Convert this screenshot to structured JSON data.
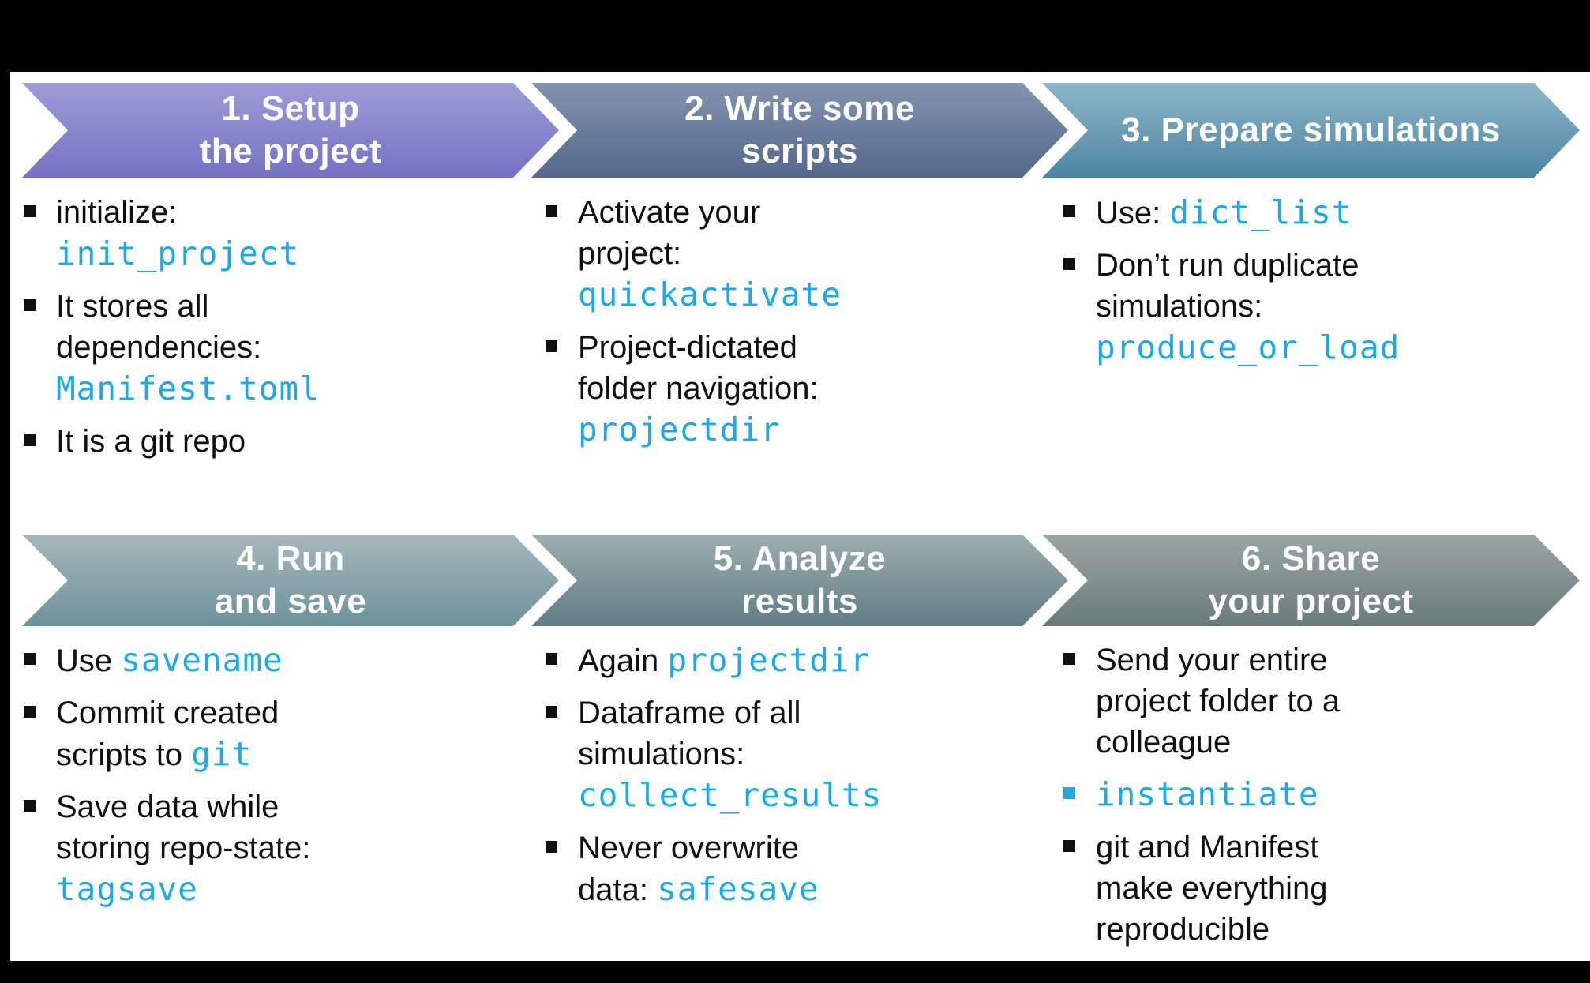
{
  "slide": {
    "background": "#000000",
    "surface_color": "#ffffff",
    "text_color": "#101010",
    "code_color": "#1caae6",
    "steps": [
      {
        "title_text": "1. Setup\nthe project",
        "gradient": [
          "#9d9cd6",
          "#7472c2"
        ],
        "bullets": [
          {
            "segments": [
              {
                "text": "initialize:"
              },
              {
                "br": true
              },
              {
                "text": "init_project",
                "code": true
              }
            ]
          },
          {
            "segments": [
              {
                "text": "It stores all"
              },
              {
                "br": true
              },
              {
                "text": "dependencies:"
              },
              {
                "br": true
              },
              {
                "text": "Manifest.toml",
                "code": true
              }
            ]
          },
          {
            "segments": [
              {
                "text": "It is a git repo"
              }
            ]
          }
        ]
      },
      {
        "title_text": "2. Write some\nscripts",
        "gradient": [
          "#8394ad",
          "#54678b"
        ],
        "bullets": [
          {
            "segments": [
              {
                "text": "Activate your"
              },
              {
                "br": true
              },
              {
                "text": "project:"
              },
              {
                "br": true
              },
              {
                "text": "quickactivate",
                "code": true
              }
            ]
          },
          {
            "segments": [
              {
                "text": "Project-dictated"
              },
              {
                "br": true
              },
              {
                "text": "folder navigation:"
              },
              {
                "br": true
              },
              {
                "text": "projectdir",
                "code": true
              }
            ]
          }
        ]
      },
      {
        "title_text": "3. Prepare simulations",
        "gradient": [
          "#8db6c7",
          "#4e85a3"
        ],
        "bullets": [
          {
            "segments": [
              {
                "text": "Use: "
              },
              {
                "text": "dict_list",
                "code": true
              }
            ]
          },
          {
            "segments": [
              {
                "text": "Don’t run duplicate"
              },
              {
                "br": true
              },
              {
                "text": "simulations:"
              },
              {
                "br": true
              },
              {
                "text": "produce_or_load",
                "code": true
              }
            ]
          }
        ]
      },
      {
        "title_text": "4. Run\nand save",
        "gradient": [
          "#a6b7bb",
          "#6e929b"
        ],
        "bullets": [
          {
            "segments": [
              {
                "text": "Use "
              },
              {
                "text": "savename",
                "code": true
              }
            ]
          },
          {
            "segments": [
              {
                "text": "Commit created"
              },
              {
                "br": true
              },
              {
                "text": "scripts to "
              },
              {
                "text": "git",
                "code": true
              }
            ]
          },
          {
            "segments": [
              {
                "text": "Save data while"
              },
              {
                "br": true
              },
              {
                "text": "storing repo-state:"
              },
              {
                "br": true
              },
              {
                "text": "tagsave",
                "code": true
              }
            ]
          }
        ]
      },
      {
        "title_text": "5. Analyze\nresults",
        "gradient": [
          "#9dadaf",
          "#617d85"
        ],
        "bullets": [
          {
            "segments": [
              {
                "text": "Again "
              },
              {
                "text": "projectdir",
                "code": true
              }
            ]
          },
          {
            "segments": [
              {
                "text": "Dataframe of all"
              },
              {
                "br": true
              },
              {
                "text": "simulations:"
              },
              {
                "br": true
              },
              {
                "text": "collect_results",
                "code": true
              }
            ]
          },
          {
            "segments": [
              {
                "text": "Never overwrite"
              },
              {
                "br": true
              },
              {
                "text": "data: "
              },
              {
                "text": "safesave",
                "code": true
              }
            ]
          }
        ]
      },
      {
        "title_text": "6. Share\nyour project",
        "gradient": [
          "#9aa5a4",
          "#6a7b7a"
        ],
        "bullets": [
          {
            "segments": [
              {
                "text": "Send your entire"
              },
              {
                "br": true
              },
              {
                "text": "project folder to a"
              },
              {
                "br": true
              },
              {
                "text": "colleague"
              }
            ]
          },
          {
            "segments": [
              {
                "text": "instantiate",
                "code": true
              }
            ],
            "bullet_color": "code"
          },
          {
            "segments": [
              {
                "text": "git and Manifest"
              },
              {
                "br": true
              },
              {
                "text": "make everything"
              },
              {
                "br": true
              },
              {
                "text": "reproducible"
              }
            ]
          }
        ]
      }
    ]
  }
}
